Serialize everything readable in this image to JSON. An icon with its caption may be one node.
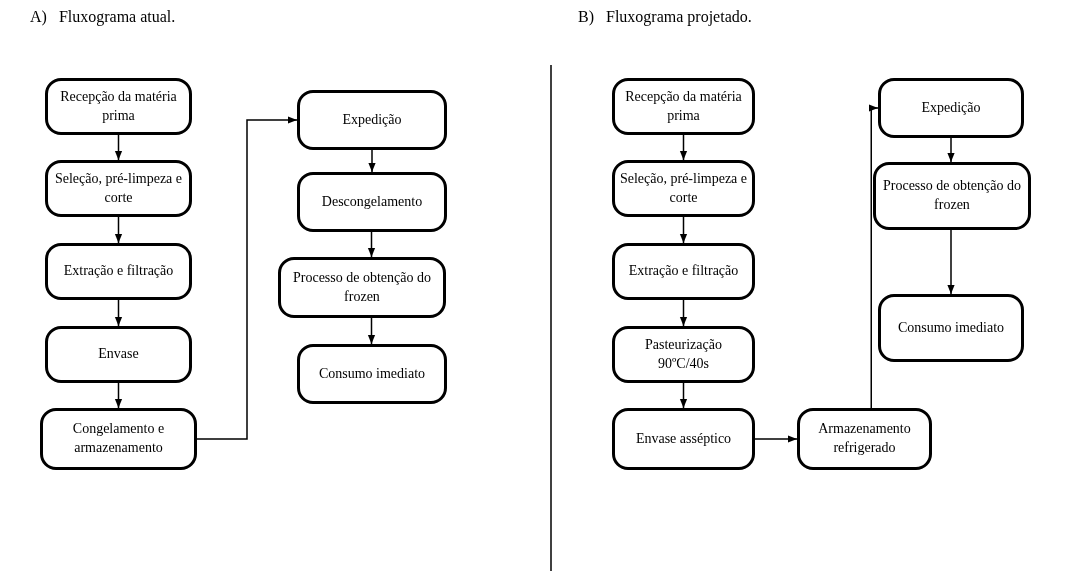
{
  "diagram": {
    "nodes": [
      {
        "text": [
          "Recepção da matéria prima"
        ]
      },
      {
        "text": [
          "Seleção, pré-limpeza e corte"
        ]
      },
      {
        "text": [
          "Extração e filtração"
        ]
      },
      {
        "text": [
          "Envase"
        ]
      },
      {
        "text": [
          "Congelamento e armazenamento"
        ]
      },
      {
        "text": [
          "Expedição"
        ]
      },
      {
        "text": [
          "Descongelamento"
        ]
      },
      {
        "text": [
          "Processo de obtenção do frozen"
        ]
      },
      {
        "text": [
          "Consumo imediato"
        ]
      },
      {
        "text": [
          "Recepção da matéria prima"
        ]
      },
      {
        "text": [
          "Seleção, pré-limpeza e corte"
        ]
      },
      {
        "text": [
          "Extração e filtração"
        ]
      },
      {
        "text": [
          "Pasteurização 90ºC/40s"
        ]
      },
      {
        "text": [
          "Envase asséptico"
        ]
      },
      {
        "text": [
          "Armazenamento refrigerado"
        ]
      },
      {
        "text": [
          "Expedição"
        ]
      },
      {
        "text": [
          "Processo de obtenção do frozen"
        ]
      },
      {
        "text": [
          "Consumo imediato"
        ]
      }
    ],
    "edges": [
      {
        "from": 0,
        "to": 1,
        "arrow": "to"
      },
      {
        "from": 1,
        "to": 2,
        "arrow": "to"
      },
      {
        "from": 2,
        "to": 3,
        "arrow": "to"
      },
      {
        "from": 3,
        "to": 4,
        "arrow": "to"
      },
      {
        "from": 4,
        "to": 5,
        "arrow": "to"
      },
      {
        "from": 5,
        "to": 6,
        "arrow": "to"
      },
      {
        "from": 6,
        "to": 7,
        "arrow": "to"
      },
      {
        "from": 7,
        "to": 8,
        "arrow": "to"
      },
      {
        "from": 9,
        "to": 10,
        "arrow": "to"
      },
      {
        "from": 10,
        "to": 11,
        "arrow": "to"
      },
      {
        "from": 11,
        "to": 12,
        "arrow": "to"
      },
      {
        "from": 12,
        "to": 13,
        "arrow": "to"
      },
      {
        "from": 13,
        "to": 14,
        "arrow": "to"
      },
      {
        "from": 14,
        "to": 15,
        "arrow": "to"
      },
      {
        "from": 15,
        "to": 16,
        "arrow": "to"
      },
      {
        "from": 16,
        "to": 17,
        "arrow": "to"
      }
    ],
    "labels": [
      "A)   Fluxograma atual.",
      "B)   Fluxograma projetado."
    ]
  }
}
